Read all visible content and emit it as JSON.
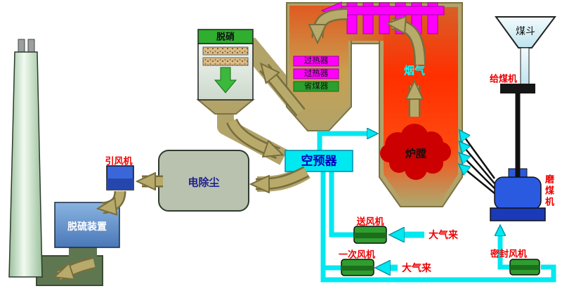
{
  "labels": {
    "scr": "脱硝",
    "superheater_1": "过热器",
    "superheater_2": "过热器",
    "economizer": "省煤器",
    "flue_gas": "烟气",
    "furnace": "炉膛",
    "coal_hopper": "煤斗",
    "coal_feeder": "给煤机",
    "coal_mill": "磨煤机",
    "air_preheater": "空预器",
    "induced_draft_fan": "引风机",
    "electrostatic_precipitator": "电除尘",
    "desulfurization_unit": "脱硫装置",
    "forced_draft_fan": "送风机",
    "primary_air_fan": "一次风机",
    "atmosphere_inlet_fd": "大气来",
    "atmosphere_inlet_pa": "大气来",
    "seal_air_fan": "密封风机"
  },
  "colors": {
    "boiler_wall": "#b2a369",
    "furnace_fire": "#ff2f00",
    "superheater_magenta": "#ff00ff",
    "economizer_green": "#2ca02c",
    "air_pipe_cyan": "#00e8f0",
    "label_red": "#ee0000",
    "fan_green": "#2f9e2f",
    "machine_blue": "#2a5ae0",
    "fgd_blue": "#5a88c8",
    "esp_gray": "#b9c2ae"
  }
}
